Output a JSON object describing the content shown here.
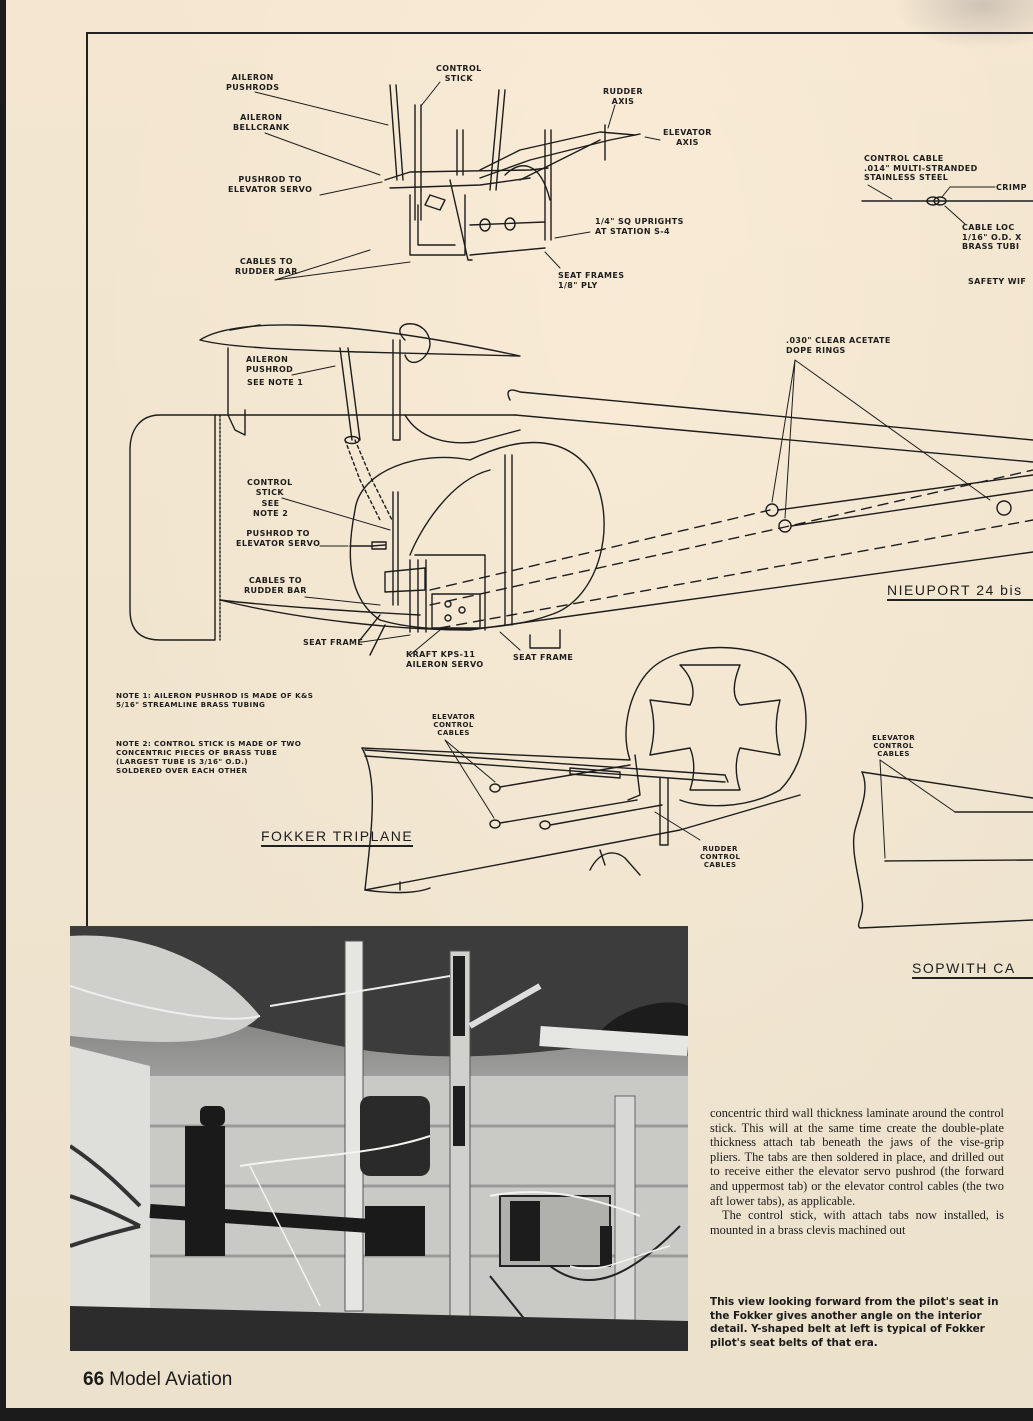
{
  "page": {
    "folio_number": "66",
    "publication": "Model Aviation"
  },
  "iso_detail": {
    "labels": {
      "aileron_pushrods": "AILERON\nPUSHRODS",
      "control_stick": "CONTROL\nSTICK",
      "aileron_bellcrank": "AILERON\nBELLCRANK",
      "pushrod_to_elevator_servo": "PUSHROD TO\nELEVATOR SERVO",
      "cables_to_rudder_bar": "CABLES TO\nRUDDER BAR",
      "rudder_axis": "RUDDER\nAXIS",
      "elevator_axis": "ELEVATOR\nAXIS",
      "uprights": "1/4\" SQ UPRIGHTS\nAT STATION S-4",
      "seat_frames": "SEAT FRAMES\n1/8\" PLY"
    }
  },
  "cable_detail": {
    "control_cable": "CONTROL CABLE\n.014\" MULTI-STRANDED\nSTAINLESS STEEL",
    "crimp": "CRIMP",
    "cable_lock": "CABLE LOC\n1/16\" O.D. X\nBRASS TUBI",
    "safety_wire": "SAFETY WIF"
  },
  "side_view": {
    "labels": {
      "aileron_pushrod": "AILERON\nPUSHROD",
      "see_note_1": "SEE NOTE 1",
      "control_stick": "CONTROL\nSTICK",
      "see_note_2": "SEE\nNOTE 2",
      "pushrod_to_elevator_servo": "PUSHROD TO\nELEVATOR SERVO",
      "cables_to_rudder_bar": "CABLES TO\nRUDDER BAR",
      "seat_frame_left": "SEAT FRAME",
      "kraft_servo": "KRAFT KPS-11\nAILERON SERVO",
      "seat_frame_right": "SEAT FRAME",
      "acetate_rings": ".030\" CLEAR ACETATE\nDOPE RINGS"
    },
    "nieuport_title": "NIEUPORT   24 bis"
  },
  "notes": {
    "note1": "NOTE 1:  AILERON  PUSHROD  IS  MADE  OF  K&S\n5/16\"  STREAMLINE  BRASS  TUBING",
    "note2": "NOTE 2:  CONTROL  STICK  IS  MADE  OF  TWO\nCONCENTRIC  PIECES  OF  BRASS  TUBE\n(LARGEST  TUBE  IS  3/16\"  O.D.)\nSOLDERED  OVER  EACH  OTHER"
  },
  "fokker_tail": {
    "elevator_cables": "ELEVATOR\nCONTROL\nCABLES",
    "rudder_cables": "RUDDER\nCONTROL\nCABLES",
    "title": "FOKKER   TRIPLANE"
  },
  "sopwith_tail": {
    "elevator_cables": "ELEVATOR\nCONTROL\nCABLES",
    "title": "SOPWITH   CA"
  },
  "article": {
    "paragraph1": "concentric third wall thickness laminate around the control stick. This will at the same time create the double-plate thickness attach tab beneath the jaws of the vise-grip pliers. The tabs are then soldered in place, and drilled out to receive either the elevator servo pushrod (the forward and uppermost tab) or the elevator control cables (the two aft lower tabs), as applicable.",
    "paragraph2": "The control stick, with attach tabs now installed, is mounted in a brass clevis machined out"
  },
  "photo": {
    "caption": "This view looking forward from the pilot's seat in the Fokker gives another angle on the interior detail. Y-shaped belt at left is typical of Fokker pilot's seat belts of that era."
  },
  "colors": {
    "paper": "#f3e7d2",
    "ink": "#1d1d1d"
  }
}
